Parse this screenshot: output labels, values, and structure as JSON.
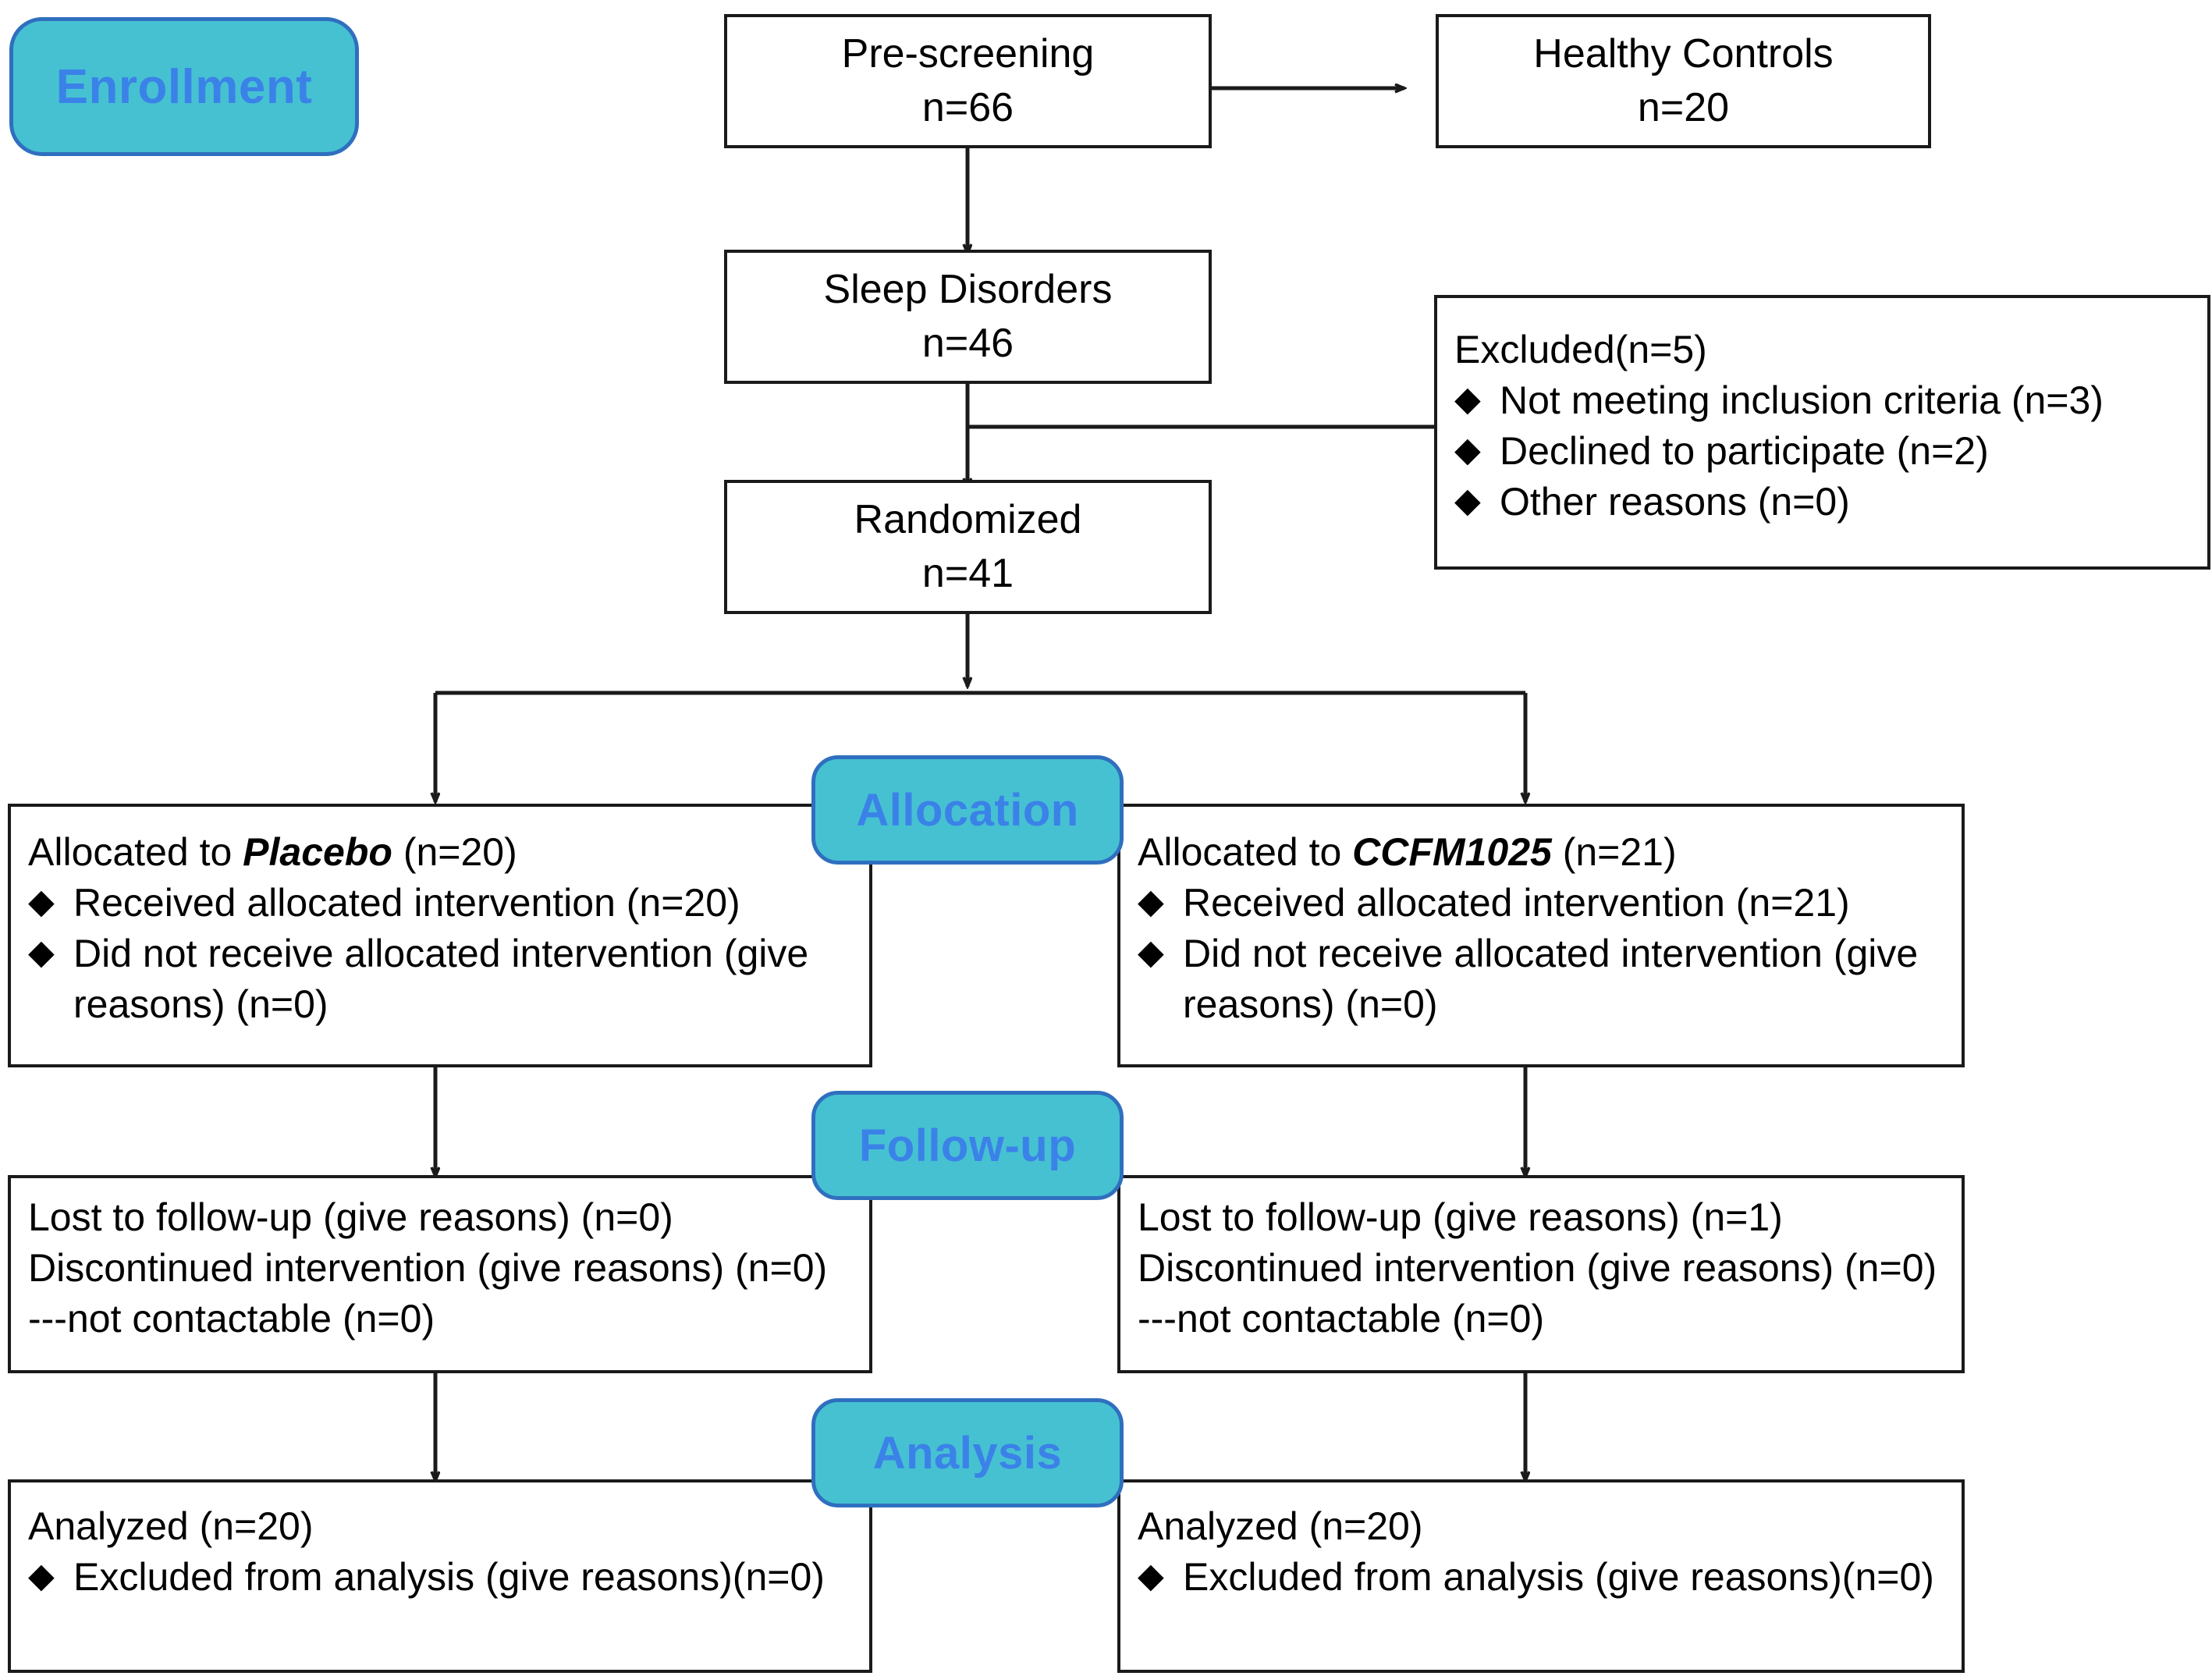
{
  "diagram": {
    "title": "CONSORT participant flow diagram",
    "colors": {
      "badge_fill": "#46c1d2",
      "badge_border": "#2f6fbf",
      "badge_text": "#3b82e8",
      "box_border": "#1a1a1a",
      "box_fill": "#ffffff",
      "connector": "#1a1a1a"
    }
  },
  "stages": {
    "enrollment": "Enrollment",
    "allocation": "Allocation",
    "followup": "Follow-up",
    "analysis": "Analysis"
  },
  "boxes": {
    "prescreening": {
      "line1": "Pre-screening",
      "line2": "n=66"
    },
    "healthy_controls": {
      "line1": "Healthy Controls",
      "line2": "n=20"
    },
    "sleep_disorders": {
      "line1": "Sleep Disorders",
      "line2": "n=46"
    },
    "randomized": {
      "line1": "Randomized",
      "line2": "n=41"
    },
    "excluded": {
      "heading": "Excluded(n=5)",
      "bullet_mark": "◆",
      "items": [
        "Not meeting inclusion criteria (n=3)",
        "Declined to participate (n=2)",
        "Other reasons (n=0)"
      ]
    },
    "alloc_left": {
      "prefix": "Allocated to ",
      "arm": "Placebo",
      "suffix": " (n=20)",
      "bullet_mark": "◆",
      "items": [
        "Received allocated intervention (n=20)",
        "Did not receive allocated intervention (give reasons) (n=0)"
      ]
    },
    "alloc_right": {
      "prefix": "Allocated to ",
      "arm": "CCFM1025",
      "suffix": " (n=21)",
      "bullet_mark": "◆",
      "items": [
        "Received allocated intervention (n=21)",
        "Did not receive allocated intervention (give reasons) (n=0)"
      ]
    },
    "followup_left": {
      "lines": [
        "Lost to follow-up (give reasons) (n=0)",
        "Discontinued intervention (give reasons) (n=0)",
        "---not contactable (n=0)"
      ]
    },
    "followup_right": {
      "lines": [
        "Lost to follow-up (give reasons) (n=1)",
        "Discontinued intervention (give reasons) (n=0)",
        "---not contactable (n=0)"
      ]
    },
    "analysis_left": {
      "heading": "Analyzed (n=20)",
      "bullet_mark": "◆",
      "items": [
        "Excluded from analysis (give reasons)(n=0)"
      ]
    },
    "analysis_right": {
      "heading": "Analyzed (n=20)",
      "bullet_mark": "◆",
      "items": [
        "Excluded from analysis (give reasons)(n=0)"
      ]
    }
  }
}
